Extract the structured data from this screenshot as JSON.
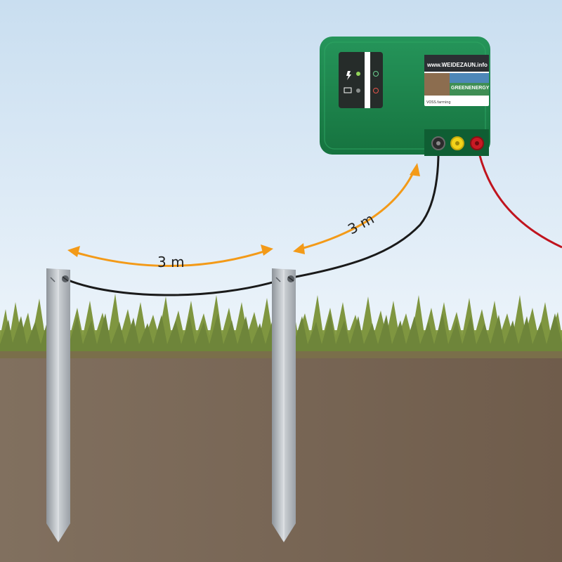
{
  "diagram": {
    "spacing_between_rods": "3 m",
    "distance_to_energizer": "3 m"
  },
  "energizer": {
    "brand_url": "www.WEIDEZAUN.info",
    "sticker_text": "GREENENERGY",
    "model_text": "VOSS.farming"
  },
  "colors": {
    "sky_top": "#cfe3f1",
    "sky_bottom": "#eef5fb",
    "soil": "#7a6553",
    "grass": "#7f9640",
    "device": "#1f8a4e",
    "ground_cable": "#1a1a1a",
    "fence_cable": "#c0141e",
    "arrow": "#f39a18",
    "rod": "#b9bec3"
  }
}
